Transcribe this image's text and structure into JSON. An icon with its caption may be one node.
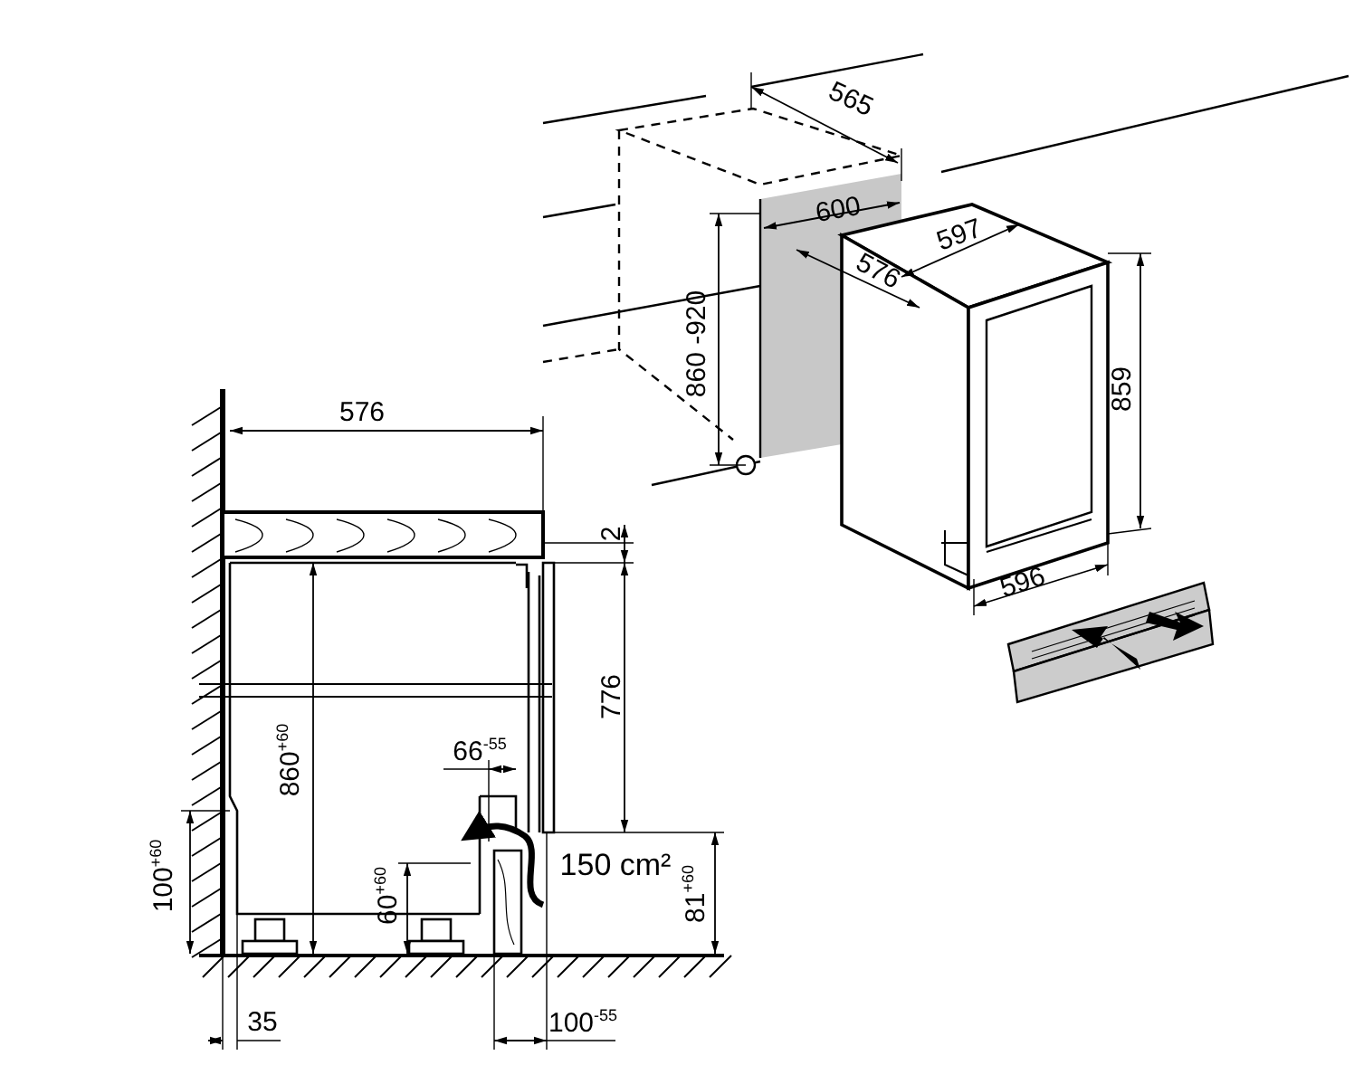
{
  "diagram": {
    "labels": [
      "565",
      "600",
      "597",
      "576",
      "860 -920",
      "859",
      "576",
      "2",
      "596",
      "776",
      "860$^{+60}$",
      "66$^{-55}$",
      "150 cm²",
      "100$^{+60}$",
      "60$^{+60}$",
      "81$^{+60}$",
      "35",
      "100$^{-55}$"
    ]
  }
}
